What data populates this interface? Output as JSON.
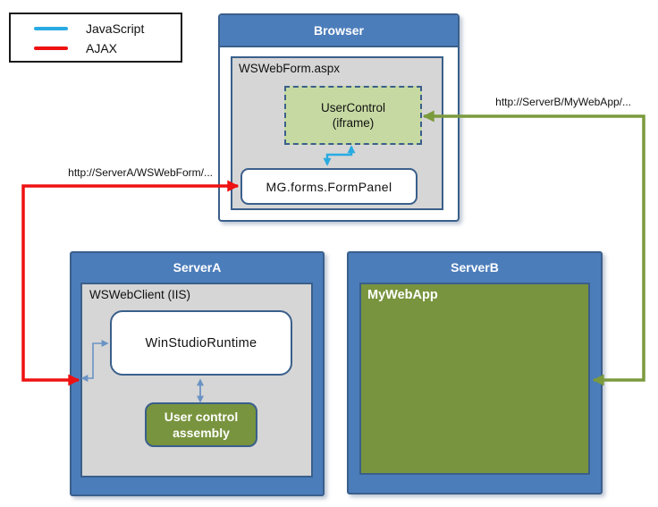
{
  "legend": {
    "items": [
      {
        "label": "JavaScript",
        "color_key": "cyan"
      },
      {
        "label": "AJAX",
        "color_key": "red"
      }
    ]
  },
  "browser": {
    "title": "Browser",
    "form_label": "WSWebForm.aspx",
    "usercontrol": {
      "line1": "UserControl",
      "line2": "(iframe)"
    },
    "formpanel_label": "MG.forms.FormPanel"
  },
  "server_a": {
    "title": "ServerA",
    "container_label": "WSWebClient (IIS)",
    "runtime_label": "WinStudioRuntime",
    "assembly": {
      "line1": "User control",
      "line2": "assembly"
    }
  },
  "server_b": {
    "title": "ServerB",
    "app_label": "MyWebApp"
  },
  "urls": {
    "server_a": "http://ServerA/WSWebForm/...",
    "server_b": "http://ServerB/MyWebApp/..."
  },
  "colors": {
    "blue": "#4C7DBB",
    "border": "#3A5F8B",
    "gray": "#D6D6D6",
    "light-green": "#C6D9A2",
    "olive": "#78943E",
    "olive-arrow": "#7B9A3D",
    "cyan": "#29ABE2",
    "red": "#EE1111",
    "steel": "#6B93C4"
  }
}
